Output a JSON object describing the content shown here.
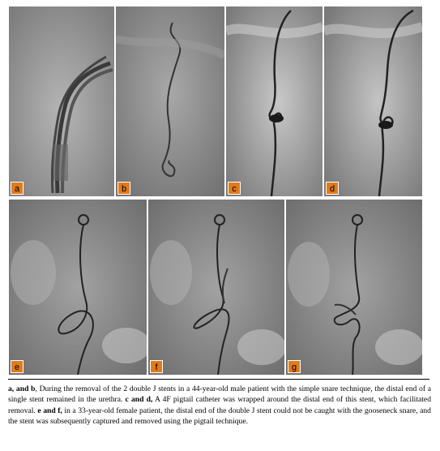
{
  "panels": {
    "a": {
      "label": "a"
    },
    "b": {
      "label": "b"
    },
    "c": {
      "label": "c"
    },
    "d": {
      "label": "d"
    },
    "e": {
      "label": "e"
    },
    "f": {
      "label": "f"
    },
    "g": {
      "label": "g"
    }
  },
  "caption": {
    "seg1_bold": "a, and b",
    "seg1": ", During the removal of the 2 double J stents in a 44-year-old male patient with the simple snare technique, the distal end of a single stent remained in the urethra. ",
    "seg2_bold": "c and d,",
    "seg2": " A 4F pigtail catheter was wrapped around the distal end of this stent, which facilitated removal. ",
    "seg3_bold": "e and f,",
    "seg3": " in a 33-year-old female patient, the distal end of the double J stent could not be caught with the gooseneck snare, and the stent was subsequently captured and removed using the pigtail technique."
  },
  "colors": {
    "label_bg": "#e07b1a",
    "xray_dark": "#4a4a4a",
    "xray_light": "#b8b8b8"
  }
}
